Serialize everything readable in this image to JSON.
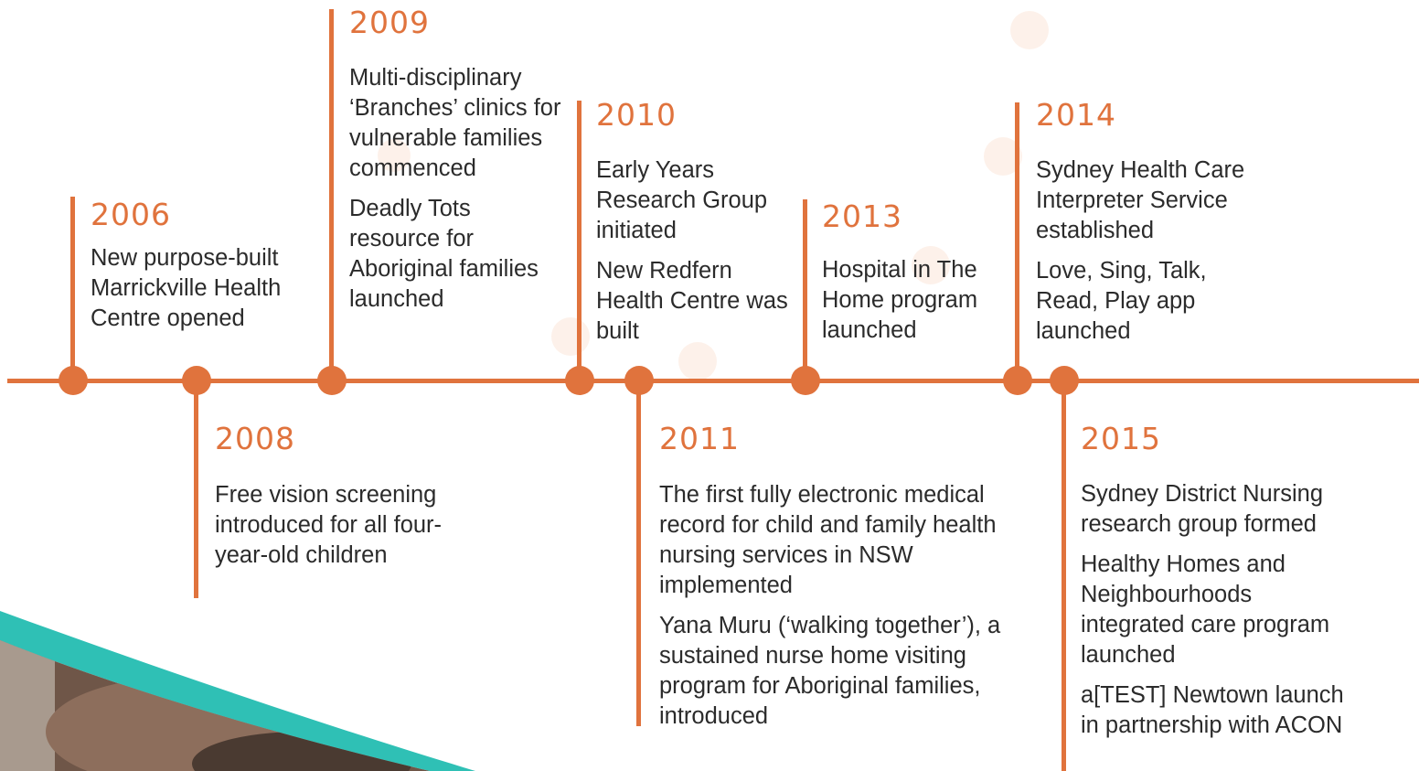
{
  "colors": {
    "accent": "#e0733d",
    "text": "#2b2b2b",
    "teal": "#2fc0b5"
  },
  "events": [
    {
      "year": "2006",
      "items": [
        "New purpose-built Marrickville Health Centre opened"
      ]
    },
    {
      "year": "2008",
      "items": [
        "Free vision screening introduced for all four-year-old children"
      ]
    },
    {
      "year": "2009",
      "items": [
        "Multi-disciplinary ‘Branches’ clinics for vulnerable families commenced",
        "Deadly Tots resource for Aboriginal families launched"
      ]
    },
    {
      "year": "2010",
      "items": [
        "Early Years Research Group initiated",
        "New Redfern Health Centre was built"
      ]
    },
    {
      "year": "2011",
      "items": [
        "The first fully electronic medical record for child and family health nursing services in NSW implemented",
        "Yana Muru (‘walking together’), a sustained nurse home visiting program for Aboriginal families, introduced"
      ]
    },
    {
      "year": "2013",
      "items": [
        "Hospital in The Home program launched"
      ]
    },
    {
      "year": "2014",
      "items": [
        "Sydney Health Care Interpreter Service established",
        "Love, Sing, Talk, Read, Play app launched"
      ]
    },
    {
      "year": "2015",
      "items": [
        "Sydney District Nursing research group formed",
        "Healthy Homes and Neighbourhoods integrated care program launched",
        "a[TEST] Newtown launch in partnership with ACON"
      ]
    }
  ]
}
